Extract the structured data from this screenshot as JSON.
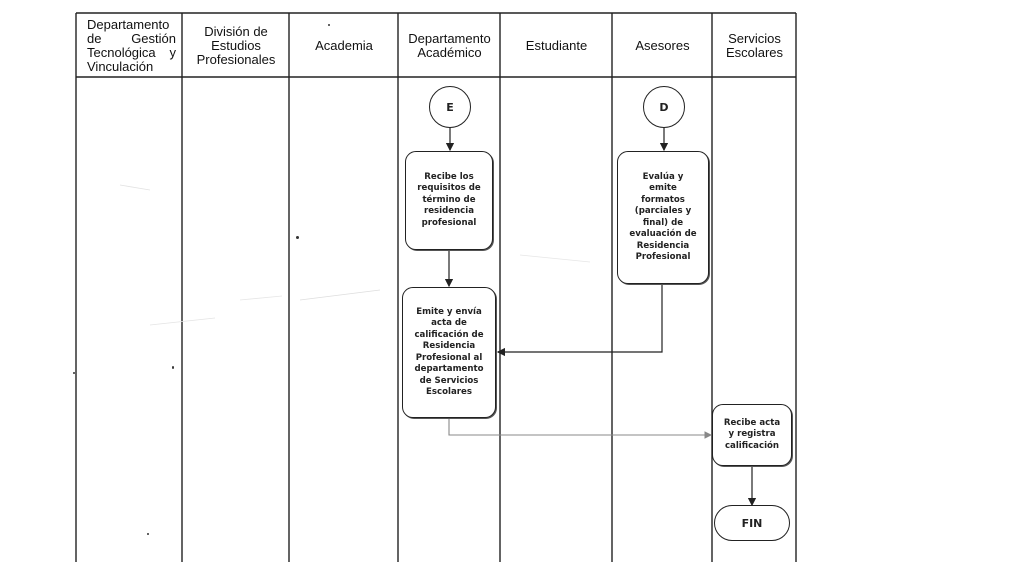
{
  "lanes": [
    {
      "label": "Departamento de Gestión Tecnológica y Vinculación"
    },
    {
      "label": "División de Estudios Profesionales"
    },
    {
      "label": "Academia"
    },
    {
      "label": "Departamento Académico"
    },
    {
      "label": "Estudiante"
    },
    {
      "label": "Asesores"
    },
    {
      "label": "Servicios Escolares"
    }
  ],
  "connectors": {
    "connector_e": "E",
    "connector_d": "D"
  },
  "steps": {
    "recibe_requisitos": "Recibe los requisitos de término de residencia profesional",
    "evalua_emite": "Evalúa y emite formatos (parciales y final) de evaluación de Residencia Profesional",
    "emite_envia": "Emite y envía acta de calificación de Residencia Profesional al departamento de Servicios Escolares",
    "recibe_acta": "Recibe acta y registra calificación"
  },
  "terminator": {
    "fin": "FIN"
  },
  "colors": {
    "line": "#222222",
    "faint_line": "#9a9a9a",
    "background": "#ffffff"
  }
}
